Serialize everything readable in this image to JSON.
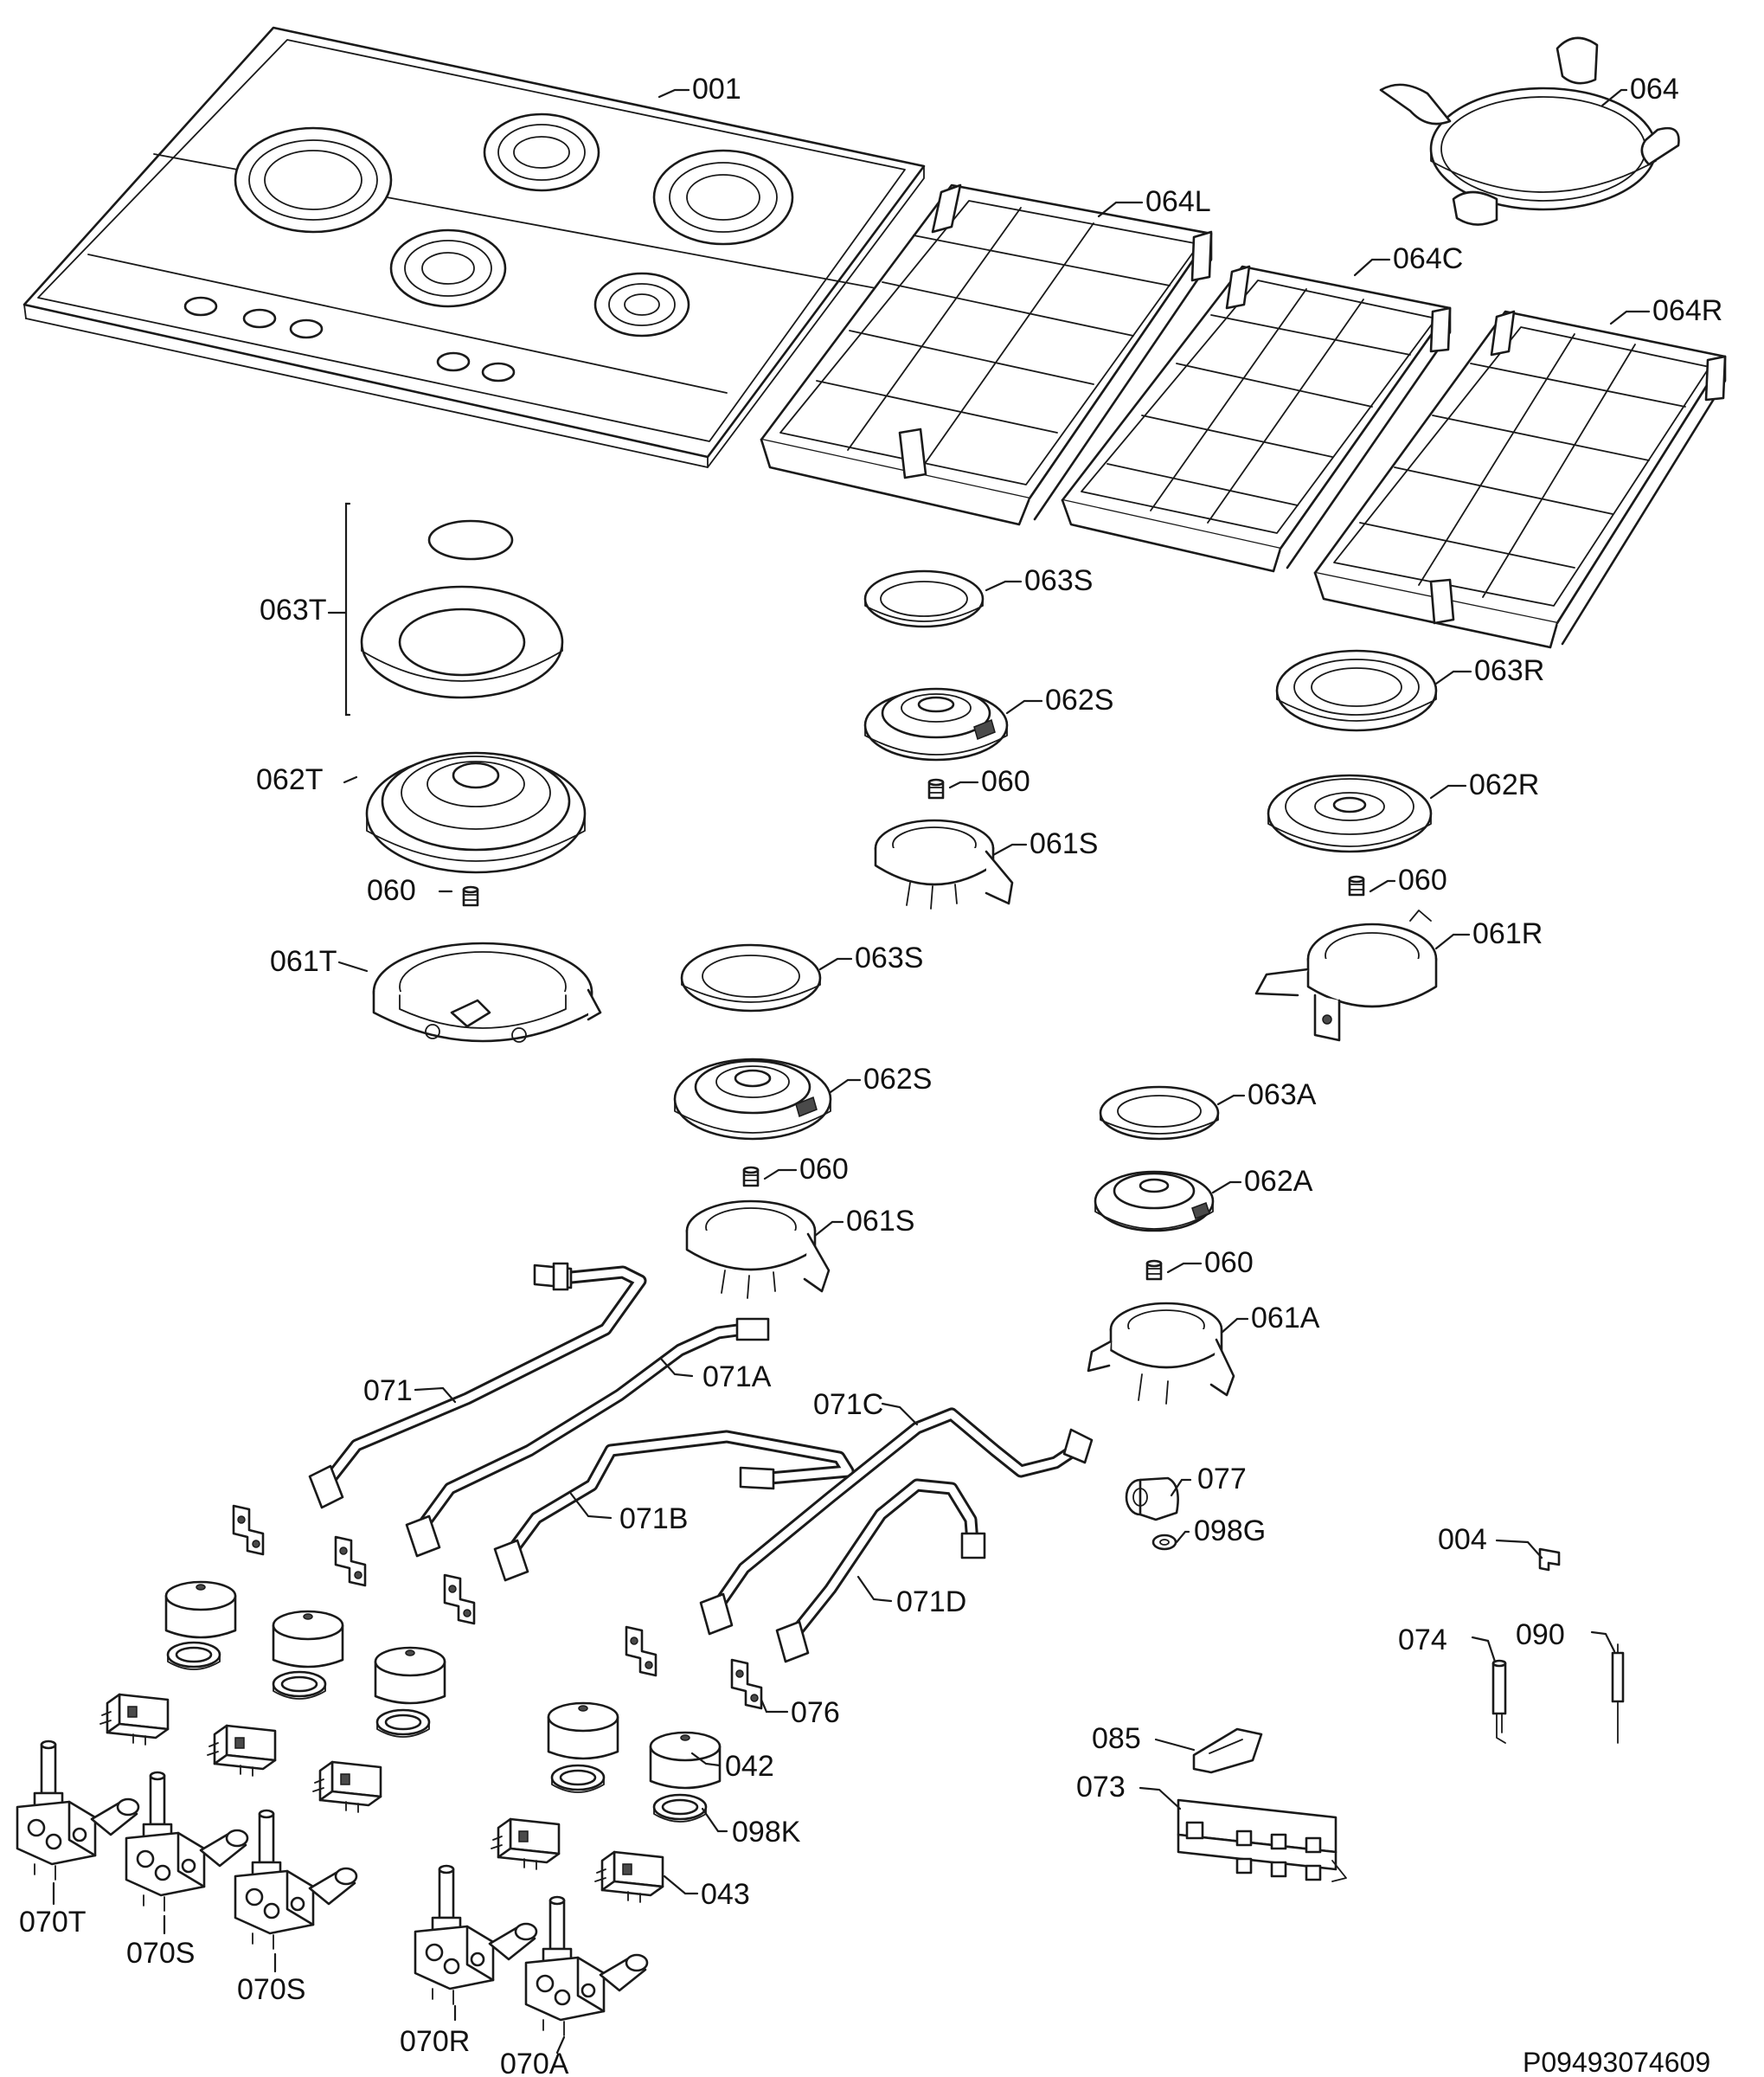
{
  "labels": {
    "l001": "001",
    "l064": "064",
    "l064L": "064L",
    "l064C": "064C",
    "l064R": "064R",
    "l063T": "063T",
    "l062T": "062T",
    "l060a": "060",
    "l061T": "061T",
    "l063S_top": "063S",
    "l062S_top": "062S",
    "l060b": "060",
    "l061S_top": "061S",
    "l063R": "063R",
    "l062R": "062R",
    "l060c": "060",
    "l061R": "061R",
    "l063S_mid": "063S",
    "l062S_mid": "062S",
    "l060d": "060",
    "l061S_mid": "061S",
    "l063A": "063A",
    "l062A": "062A",
    "l060e": "060",
    "l061A": "061A",
    "l071": "071",
    "l071A": "071A",
    "l071C": "071C",
    "l071B": "071B",
    "l071D": "071D",
    "l077": "077",
    "l098G": "098G",
    "l004": "004",
    "l074": "074",
    "l090": "090",
    "l076": "076",
    "l042": "042",
    "l085": "085",
    "l073": "073",
    "l098K": "098K",
    "l043": "043",
    "l070T": "070T",
    "l070S_a": "070S",
    "l070S_b": "070S",
    "l070R": "070R",
    "l070A": "070A"
  },
  "drawing_code": "P09493074609"
}
